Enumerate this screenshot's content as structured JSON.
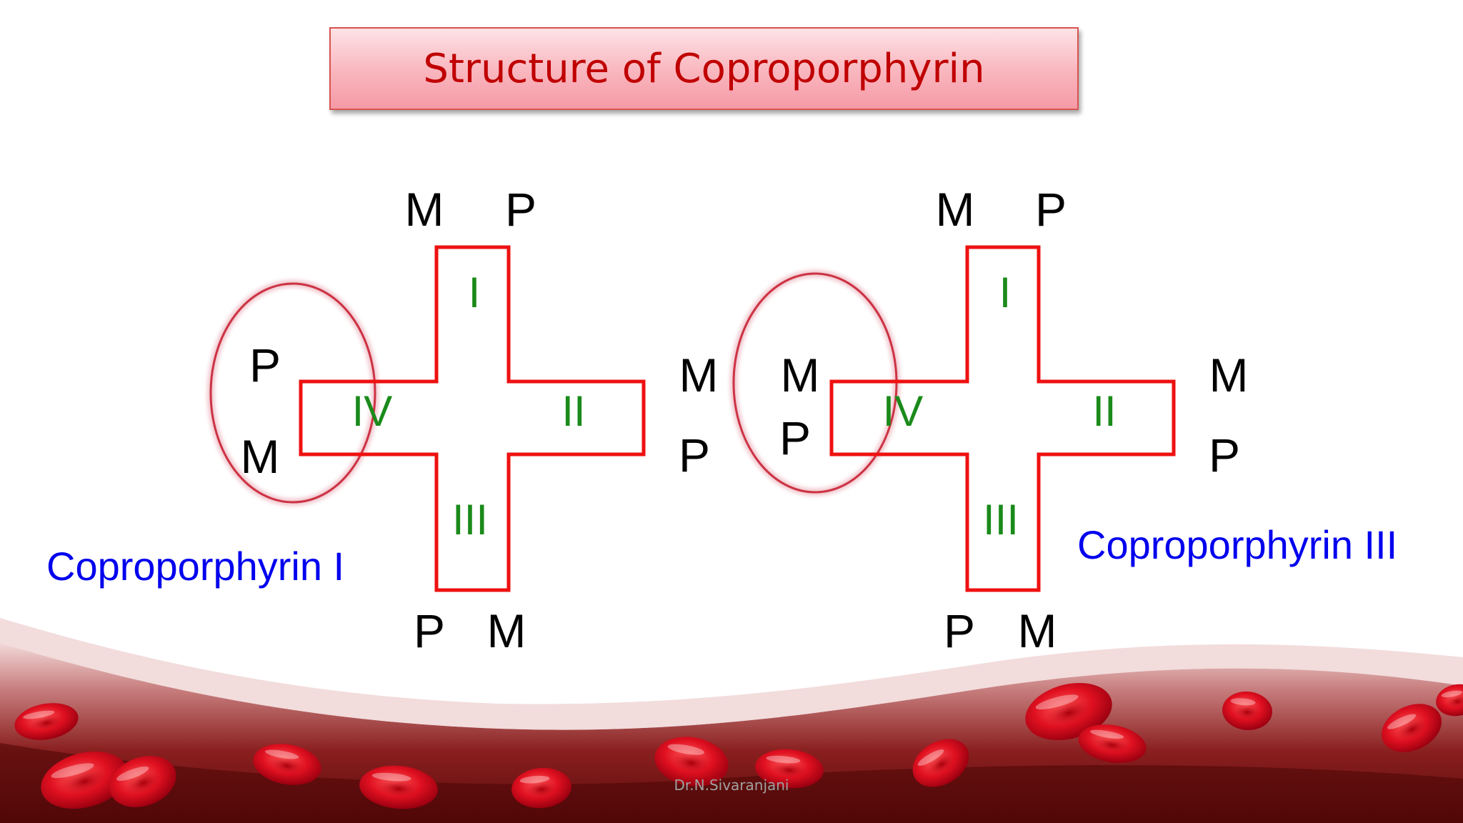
{
  "title": "Structure of Coproporphyrin",
  "colors": {
    "title_text": "#c00000",
    "cross_stroke": "#ee1111",
    "ring_numeral": "#1a8a1a",
    "caption": "#0000ee",
    "ellipse_stroke": "#cc3344",
    "blood_cell": "#e01020"
  },
  "diagram_left": {
    "caption": "Coproporphyrin I",
    "rings": {
      "i": "I",
      "ii": "II",
      "iii": "III",
      "iv": "IV"
    },
    "substituents": {
      "top_left": "M",
      "top_right": "P",
      "right_top": "M",
      "right_bottom": "P",
      "bottom_left": "P",
      "bottom_right": "M",
      "left_top": "P",
      "left_bottom": "M"
    }
  },
  "diagram_right": {
    "caption": "Coproporphyrin III",
    "rings": {
      "i": "I",
      "ii": "II",
      "iii": "III",
      "iv": "IV"
    },
    "substituents": {
      "top_left": "M",
      "top_right": "P",
      "right_top": "M",
      "right_bottom": "P",
      "bottom_left": "P",
      "bottom_right": "M",
      "left_top": "M",
      "left_bottom": "P"
    }
  },
  "credit": "Dr.N.Sivaranjani"
}
